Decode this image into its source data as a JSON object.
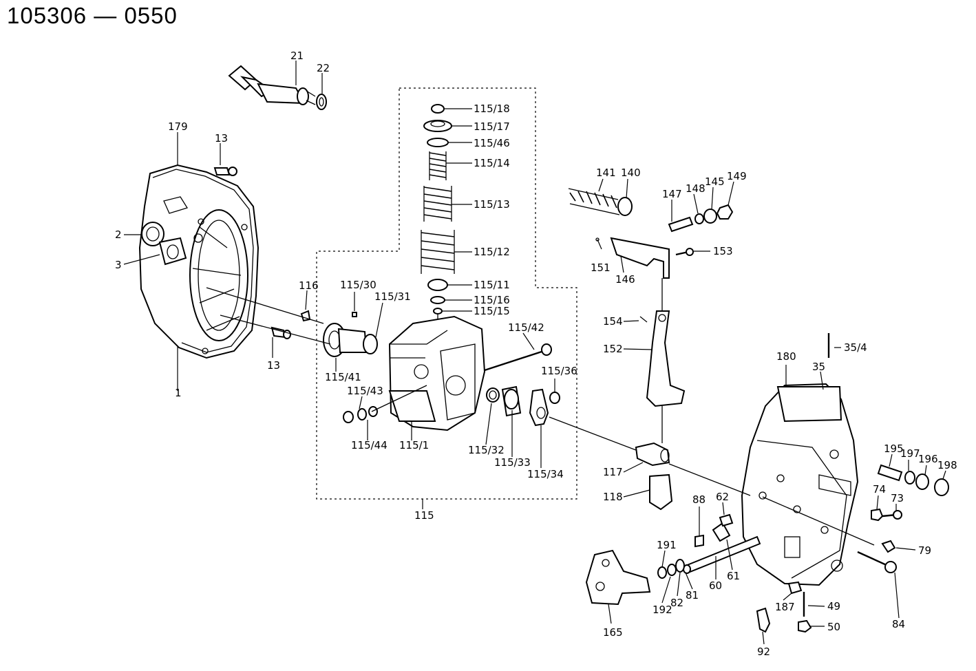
{
  "title": "105306 — 0550",
  "labels": {
    "l21": "21",
    "l22": "22",
    "l179": "179",
    "l13a": "13",
    "l13b": "13",
    "l2": "2",
    "l3": "3",
    "l1": "1",
    "l116": "116",
    "l115_18": "115/18",
    "l115_17": "115/17",
    "l115_46": "115/46",
    "l115_14": "115/14",
    "l115_13": "115/13",
    "l115_12": "115/12",
    "l115_11": "115/11",
    "l115_16": "115/16",
    "l115_15": "115/15",
    "l115_30": "115/30",
    "l115_31": "115/31",
    "l115_42": "115/42",
    "l115_41": "115/41",
    "l115_43": "115/43",
    "l115_44": "115/44",
    "l115_1": "115/1",
    "l115_36": "115/36",
    "l115_32": "115/32",
    "l115_33": "115/33",
    "l115_34": "115/34",
    "l115": "115",
    "l141": "141",
    "l140": "140",
    "l147": "147",
    "l148": "148",
    "l145": "145",
    "l149": "149",
    "l151": "151",
    "l146": "146",
    "l153": "153",
    "l154": "154",
    "l152": "152",
    "l117": "117",
    "l118": "118",
    "l180": "180",
    "l35": "35",
    "l35_4": "35/4",
    "l195": "195",
    "l197": "197",
    "l196": "196",
    "l198": "198",
    "l74": "74",
    "l73": "73",
    "l79": "79",
    "l84": "84",
    "l88": "88",
    "l62": "62",
    "l191": "191",
    "l192": "192",
    "l82": "82",
    "l81": "81",
    "l60": "60",
    "l61": "61",
    "l165": "165",
    "l187": "187",
    "l49": "49",
    "l50": "50",
    "l92": "92"
  }
}
